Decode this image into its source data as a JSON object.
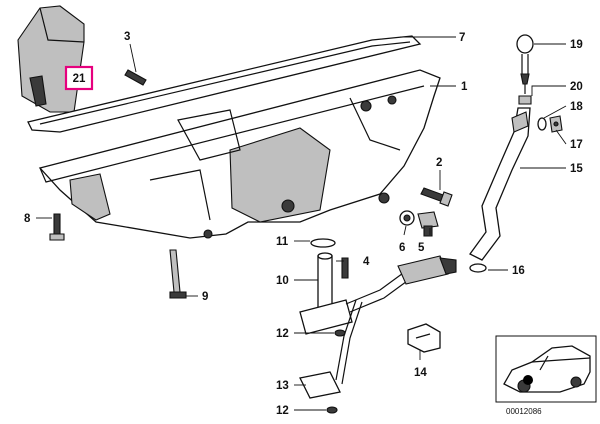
{
  "diagram": {
    "callouts": [
      {
        "id": "c1",
        "text": "1"
      },
      {
        "id": "c2",
        "text": "2"
      },
      {
        "id": "c3",
        "text": "3"
      },
      {
        "id": "c4",
        "text": "4"
      },
      {
        "id": "c5",
        "text": "5"
      },
      {
        "id": "c6",
        "text": "6"
      },
      {
        "id": "c7",
        "text": "7"
      },
      {
        "id": "c8",
        "text": "8"
      },
      {
        "id": "c9",
        "text": "9"
      },
      {
        "id": "c10",
        "text": "10"
      },
      {
        "id": "c11",
        "text": "11"
      },
      {
        "id": "c12a",
        "text": "12"
      },
      {
        "id": "c12b",
        "text": "12"
      },
      {
        "id": "c13",
        "text": "13"
      },
      {
        "id": "c14",
        "text": "14"
      },
      {
        "id": "c15",
        "text": "15"
      },
      {
        "id": "c16",
        "text": "16"
      },
      {
        "id": "c17",
        "text": "17"
      },
      {
        "id": "c18",
        "text": "18"
      },
      {
        "id": "c19",
        "text": "19"
      },
      {
        "id": "c20",
        "text": "20"
      }
    ],
    "highlighted_callout": "21",
    "highlight_color": "#e6007e",
    "diagram_code": "00012086"
  }
}
